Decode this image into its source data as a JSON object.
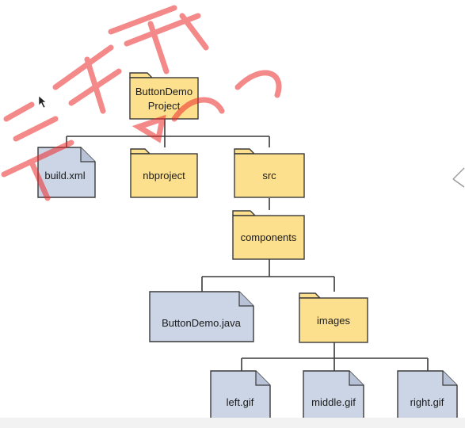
{
  "diagram": {
    "root": {
      "label_lines": [
        "ButtonDemo",
        "Project"
      ],
      "kind": "folder"
    },
    "nodes": {
      "build_xml": {
        "label": "build.xml",
        "kind": "file"
      },
      "nbproject": {
        "label": "nbproject",
        "kind": "folder"
      },
      "src": {
        "label": "src",
        "kind": "folder"
      },
      "components": {
        "label": "components",
        "kind": "folder"
      },
      "buttondemo_java": {
        "label": "ButtonDemo.java",
        "kind": "file"
      },
      "images": {
        "label": "images",
        "kind": "folder"
      },
      "left_gif": {
        "label": "left.gif",
        "kind": "file"
      },
      "middle_gif": {
        "label": "middle.gif",
        "kind": "file"
      },
      "right_gif": {
        "label": "right.gif",
        "kind": "file"
      }
    }
  },
  "colors": {
    "folder_fill": "#fde08e",
    "file_fill": "#ccd5e6",
    "outline": "#3a3a3a",
    "connector": "#3a3a3a",
    "watermark": "#eb2828"
  }
}
